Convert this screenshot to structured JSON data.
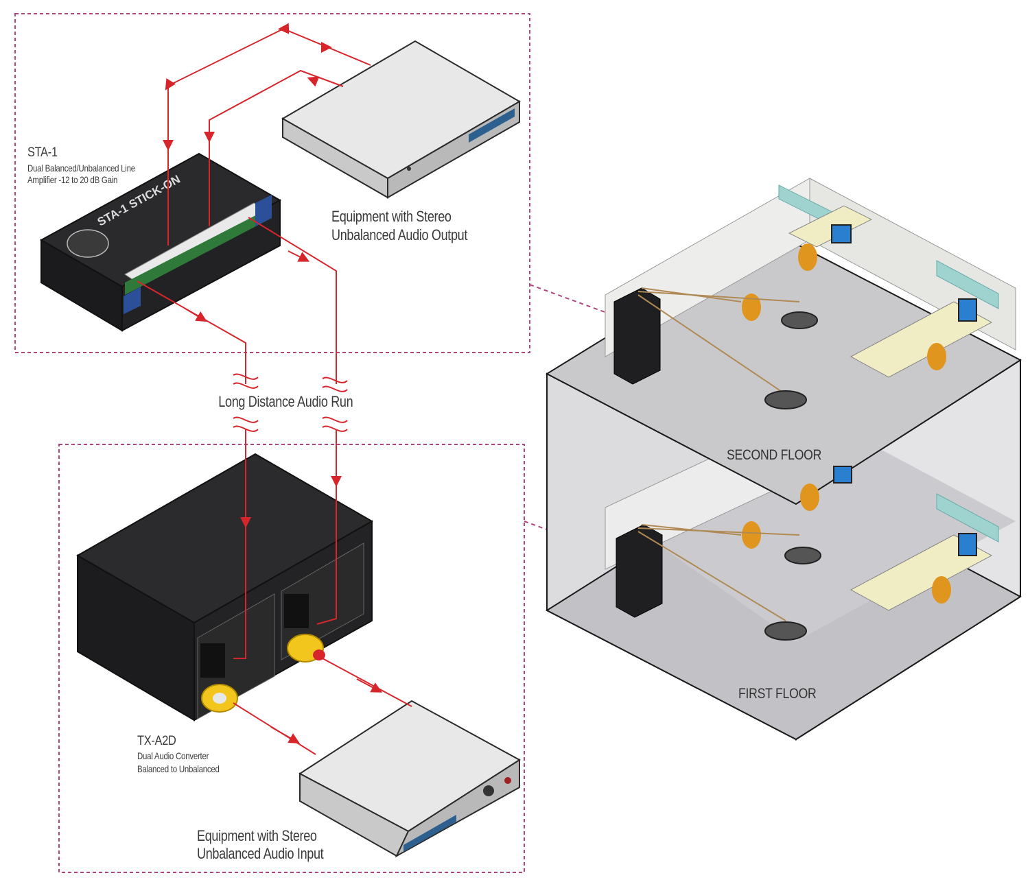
{
  "colors": {
    "signal": "#d6262c",
    "boundary": "#b0457e",
    "device_dark": "#252527",
    "device_light": "#e6e6e6",
    "floor": "#c9c9cc",
    "chair": "#e0951e",
    "cubicle_glass": "#9fd3cf",
    "monitor": "#2b7fd1"
  },
  "sta1": {
    "name": "STA-1",
    "line1": "Dual Balanced/Unbalanced Line",
    "line2": "Amplifier -12 to 20 dB Gain",
    "faceplate": "STA-1 STICK-ON"
  },
  "source_equipment": {
    "line1": "Equipment with Stereo",
    "line2": "Unbalanced Audio Output"
  },
  "run_label": "Long Distance Audio Run",
  "txa2d": {
    "name": "TX-A2D",
    "line1": "Dual Audio Converter",
    "line2": "Balanced to Unbalanced"
  },
  "dest_equipment": {
    "line1": "Equipment with Stereo",
    "line2": "Unbalanced Audio Input"
  },
  "floors": {
    "second": "SECOND FLOOR",
    "first": "FIRST FLOOR"
  }
}
